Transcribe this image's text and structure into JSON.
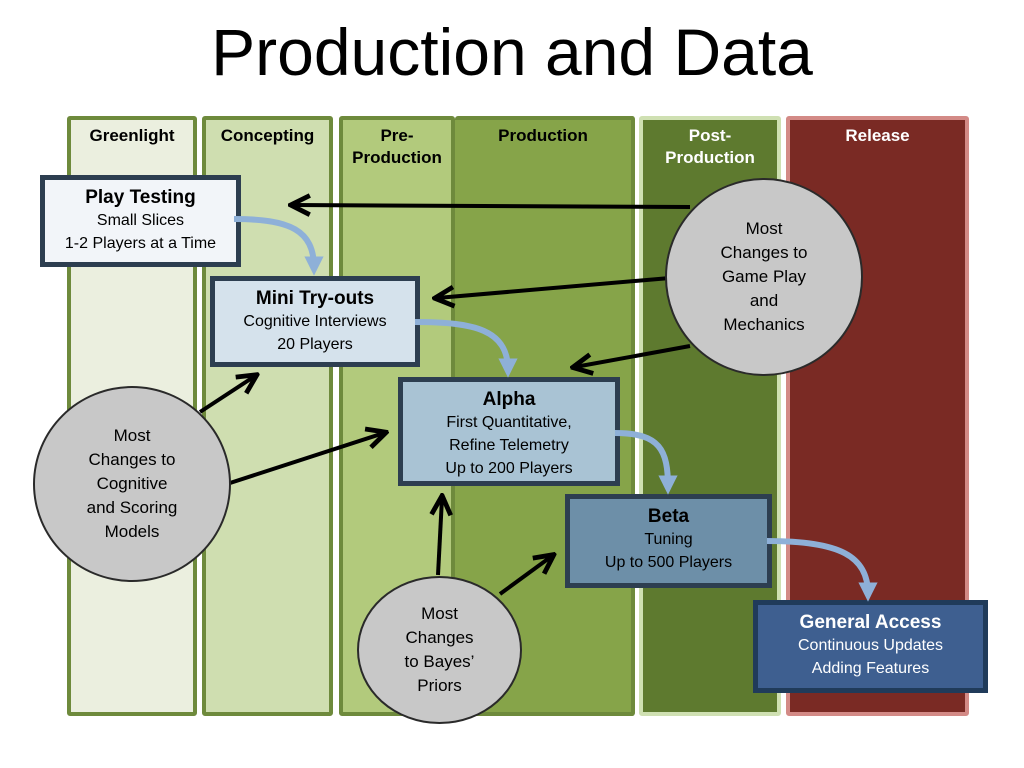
{
  "title": "Production and Data",
  "stages": {
    "greenlight": "Greenlight",
    "concepting": "Concepting",
    "preproduction": [
      "Pre-",
      "Production"
    ],
    "production": "Production",
    "postproduction": [
      "Post-",
      "Production"
    ],
    "release": "Release"
  },
  "boxes": {
    "playtesting": {
      "title": "Play Testing",
      "lines": [
        "Small Slices",
        "1-2 Players at a Time"
      ]
    },
    "minitryouts": {
      "title": "Mini Try-outs",
      "lines": [
        "Cognitive Interviews",
        "20 Players"
      ]
    },
    "alpha": {
      "title": "Alpha",
      "lines": [
        "First Quantitative,",
        "Refine Telemetry",
        "Up to 200 Players"
      ]
    },
    "beta": {
      "title": "Beta",
      "lines": [
        "Tuning",
        "Up to 500 Players"
      ]
    },
    "generalaccess": {
      "title": "General Access",
      "lines": [
        "Continuous Updates",
        "Adding Features"
      ]
    }
  },
  "circles": {
    "gameplay": [
      "Most",
      "Changes to",
      "Game Play",
      "and",
      "Mechanics"
    ],
    "cognitive": [
      "Most",
      "Changes to",
      "Cognitive",
      "and Scoring",
      "Models"
    ],
    "bayes": [
      "Most",
      "Changes",
      "to Bayes’",
      "Priors"
    ]
  },
  "colors": {
    "flow_arrow": "#8eb0d8",
    "influence_arrow": "#000000"
  }
}
